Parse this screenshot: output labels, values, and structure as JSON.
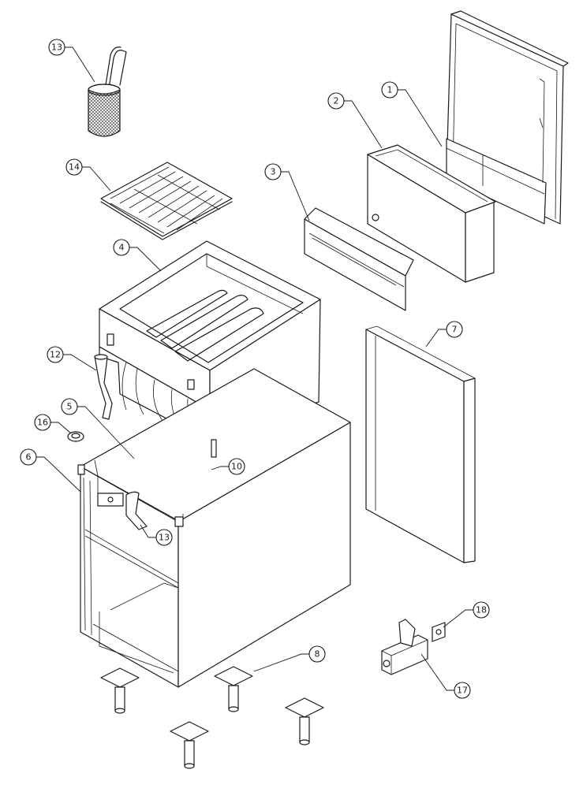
{
  "diagram": {
    "callouts": [
      {
        "id": "c13a",
        "label": "13"
      },
      {
        "id": "c14",
        "label": "14"
      },
      {
        "id": "c2",
        "label": "2"
      },
      {
        "id": "c1",
        "label": "1"
      },
      {
        "id": "c3",
        "label": "3"
      },
      {
        "id": "c4",
        "label": "4"
      },
      {
        "id": "c12",
        "label": "12"
      },
      {
        "id": "c7",
        "label": "7"
      },
      {
        "id": "c5",
        "label": "5"
      },
      {
        "id": "c16",
        "label": "16"
      },
      {
        "id": "c6",
        "label": "6"
      },
      {
        "id": "c10",
        "label": "10"
      },
      {
        "id": "c13b",
        "label": "13"
      },
      {
        "id": "c18",
        "label": "18"
      },
      {
        "id": "c8",
        "label": "8"
      },
      {
        "id": "c17",
        "label": "17"
      }
    ]
  }
}
